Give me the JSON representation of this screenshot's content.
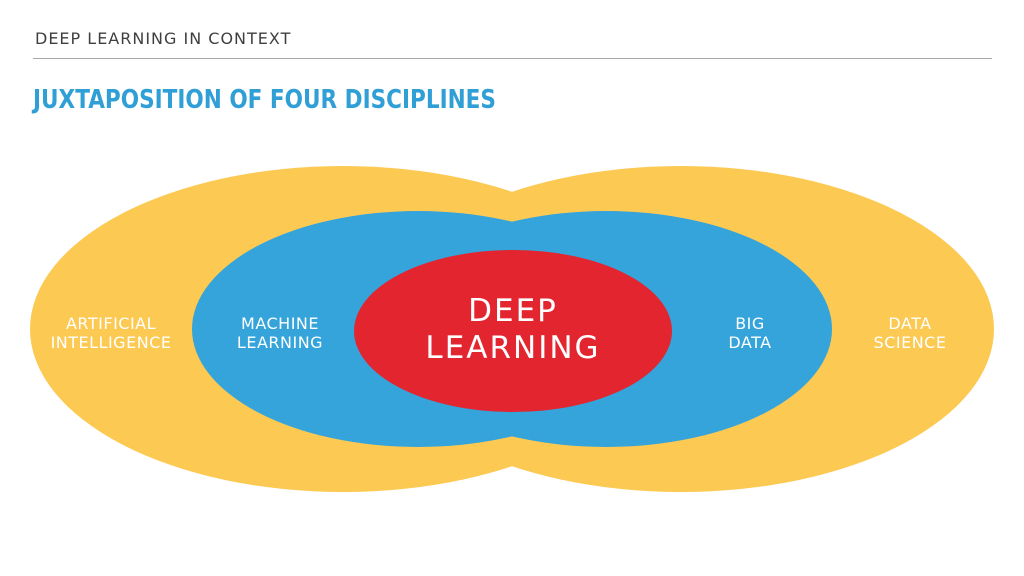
{
  "header": {
    "section": "DEEP LEARNING IN CONTEXT",
    "title": "JUXTAPOSITION OF FOUR DISCIPLINES"
  },
  "diagram": {
    "outer_left": {
      "line1": "ARTIFICIAL",
      "line2": "INTELLIGENCE"
    },
    "inner_left": {
      "line1": "MACHINE",
      "line2": "LEARNING"
    },
    "inner_right": {
      "line1": "BIG",
      "line2": "DATA"
    },
    "outer_right": {
      "line1": "DATA",
      "line2": "SCIENCE"
    },
    "center": {
      "line1": "DEEP",
      "line2": "LEARNING"
    }
  },
  "colors": {
    "outer_fill": "#fcc953",
    "inner_fill": "#34a4db",
    "center_fill": "#e3252f",
    "title": "#2f9fd6",
    "text_on_shapes": "#ffffff"
  }
}
